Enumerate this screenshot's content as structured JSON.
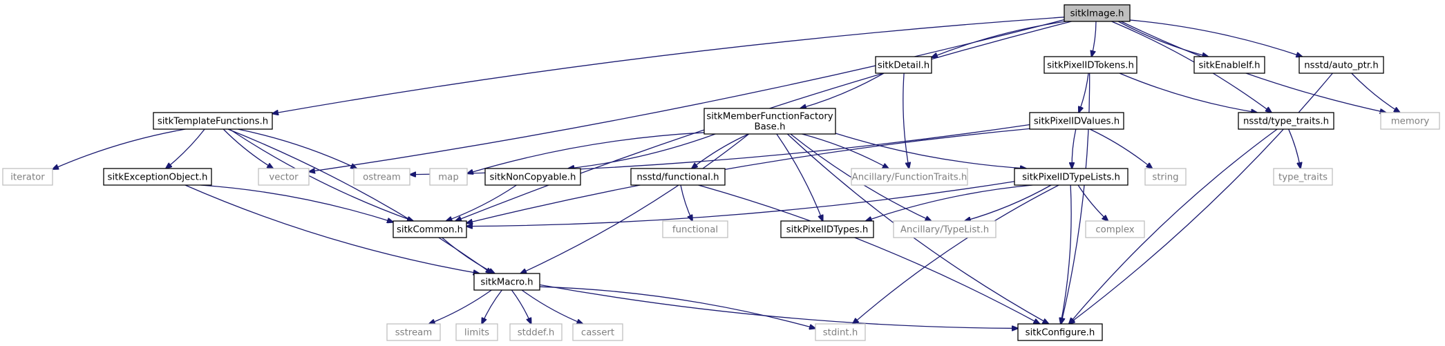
{
  "colors": {
    "edge": "#191970",
    "box_border_documented": "#000000",
    "box_border_external": "#bfbfbf",
    "text_documented": "#000000",
    "text_external": "#7f7f7f",
    "root_fill": "#bfbfbf"
  },
  "nodes": [
    {
      "id": "sitkImage",
      "label": "sitkImage.h",
      "kind": "root"
    },
    {
      "id": "sitkDetail",
      "label": "sitkDetail.h",
      "kind": "documented"
    },
    {
      "id": "sitkPixelIDTokens",
      "label": "sitkPixelIDTokens.h",
      "kind": "documented"
    },
    {
      "id": "sitkEnableIf",
      "label": "sitkEnableIf.h",
      "kind": "documented"
    },
    {
      "id": "nsstd_auto_ptr",
      "label": "nsstd/auto_ptr.h",
      "kind": "documented"
    },
    {
      "id": "sitkTemplateFunctions",
      "label": "sitkTemplateFunctions.h",
      "kind": "documented"
    },
    {
      "id": "sitkMemberFunctionFactoryBase",
      "label": "sitkMemberFunctionFactory",
      "label2": "Base.h",
      "kind": "documented"
    },
    {
      "id": "sitkPixelIDValues",
      "label": "sitkPixelIDValues.h",
      "kind": "documented"
    },
    {
      "id": "nsstd_type_traits",
      "label": "nsstd/type_traits.h",
      "kind": "documented"
    },
    {
      "id": "memory",
      "label": "memory",
      "kind": "external"
    },
    {
      "id": "iterator",
      "label": "iterator",
      "kind": "external"
    },
    {
      "id": "sitkExceptionObject",
      "label": "sitkExceptionObject.h",
      "kind": "documented"
    },
    {
      "id": "vector",
      "label": "vector",
      "kind": "external"
    },
    {
      "id": "ostream",
      "label": "ostream",
      "kind": "external"
    },
    {
      "id": "map",
      "label": "map",
      "kind": "external"
    },
    {
      "id": "sitkNonCopyable",
      "label": "sitkNonCopyable.h",
      "kind": "documented"
    },
    {
      "id": "nsstd_functional",
      "label": "nsstd/functional.h",
      "kind": "documented"
    },
    {
      "id": "ancillary_functiontraits",
      "label": "Ancillary/FunctionTraits.h",
      "kind": "external"
    },
    {
      "id": "sitkPixelIDTypeLists",
      "label": "sitkPixelIDTypeLists.h",
      "kind": "documented"
    },
    {
      "id": "string",
      "label": "string",
      "kind": "external"
    },
    {
      "id": "type_traits",
      "label": "type_traits",
      "kind": "external"
    },
    {
      "id": "sitkCommon",
      "label": "sitkCommon.h",
      "kind": "documented"
    },
    {
      "id": "functional",
      "label": "functional",
      "kind": "external"
    },
    {
      "id": "sitkPixelIDTypes",
      "label": "sitkPixelIDTypes.h",
      "kind": "documented"
    },
    {
      "id": "ancillary_typelist",
      "label": "Ancillary/TypeList.h",
      "kind": "external"
    },
    {
      "id": "complex",
      "label": "complex",
      "kind": "external"
    },
    {
      "id": "sitkMacro",
      "label": "sitkMacro.h",
      "kind": "documented"
    },
    {
      "id": "sstream",
      "label": "sstream",
      "kind": "external"
    },
    {
      "id": "limits",
      "label": "limits",
      "kind": "external"
    },
    {
      "id": "stddef",
      "label": "stddef.h",
      "kind": "external"
    },
    {
      "id": "cassert",
      "label": "cassert",
      "kind": "external"
    },
    {
      "id": "stdint",
      "label": "stdint.h",
      "kind": "external"
    },
    {
      "id": "sitkConfigure",
      "label": "sitkConfigure.h",
      "kind": "documented"
    }
  ],
  "edges": [
    [
      "sitkImage",
      "sitkDetail"
    ],
    [
      "sitkImage",
      "sitkPixelIDTokens"
    ],
    [
      "sitkImage",
      "sitkEnableIf"
    ],
    [
      "sitkImage",
      "nsstd_auto_ptr"
    ],
    [
      "sitkImage",
      "sitkTemplateFunctions"
    ],
    [
      "sitkImage",
      "vector"
    ],
    [
      "sitkImage",
      "sitkCommon"
    ],
    [
      "sitkImage",
      "nsstd_type_traits"
    ],
    [
      "sitkImage",
      "memory"
    ],
    [
      "sitkDetail",
      "sitkMemberFunctionFactoryBase"
    ],
    [
      "sitkDetail",
      "ancillary_functiontraits"
    ],
    [
      "sitkPixelIDTokens",
      "sitkPixelIDValues"
    ],
    [
      "sitkPixelIDTokens",
      "nsstd_type_traits"
    ],
    [
      "sitkPixelIDTokens",
      "sitkConfigure"
    ],
    [
      "nsstd_auto_ptr",
      "memory"
    ],
    [
      "nsstd_auto_ptr",
      "sitkConfigure"
    ],
    [
      "sitkTemplateFunctions",
      "iterator"
    ],
    [
      "sitkTemplateFunctions",
      "sitkExceptionObject"
    ],
    [
      "sitkTemplateFunctions",
      "vector"
    ],
    [
      "sitkTemplateFunctions",
      "ostream"
    ],
    [
      "sitkTemplateFunctions",
      "sitkCommon"
    ],
    [
      "sitkTemplateFunctions",
      "sitkMacro"
    ],
    [
      "sitkMemberFunctionFactoryBase",
      "map"
    ],
    [
      "sitkMemberFunctionFactoryBase",
      "sitkNonCopyable"
    ],
    [
      "sitkMemberFunctionFactoryBase",
      "nsstd_functional"
    ],
    [
      "sitkMemberFunctionFactoryBase",
      "ancillary_functiontraits"
    ],
    [
      "sitkMemberFunctionFactoryBase",
      "sitkPixelIDTypeLists"
    ],
    [
      "sitkMemberFunctionFactoryBase",
      "sitkPixelIDTypes"
    ],
    [
      "sitkMemberFunctionFactoryBase",
      "ancillary_typelist"
    ],
    [
      "sitkMemberFunctionFactoryBase",
      "sitkMacro"
    ],
    [
      "sitkMemberFunctionFactoryBase",
      "sitkConfigure"
    ],
    [
      "sitkPixelIDValues",
      "ostream"
    ],
    [
      "sitkPixelIDValues",
      "sitkPixelIDTypeLists"
    ],
    [
      "sitkPixelIDValues",
      "string"
    ],
    [
      "sitkPixelIDValues",
      "sitkCommon"
    ],
    [
      "nsstd_type_traits",
      "type_traits"
    ],
    [
      "nsstd_type_traits",
      "sitkConfigure"
    ],
    [
      "sitkExceptionObject",
      "sitkCommon"
    ],
    [
      "sitkExceptionObject",
      "sitkMacro"
    ],
    [
      "sitkNonCopyable",
      "sitkCommon"
    ],
    [
      "nsstd_functional",
      "functional"
    ],
    [
      "nsstd_functional",
      "sitkConfigure"
    ],
    [
      "sitkPixelIDTypeLists",
      "sitkPixelIDTypes"
    ],
    [
      "sitkPixelIDTypeLists",
      "ancillary_typelist"
    ],
    [
      "sitkPixelIDTypeLists",
      "complex"
    ],
    [
      "sitkPixelIDTypeLists",
      "sitkCommon"
    ],
    [
      "sitkPixelIDTypeLists",
      "stdint"
    ],
    [
      "sitkPixelIDTypeLists",
      "sitkConfigure"
    ],
    [
      "sitkCommon",
      "sitkMacro"
    ],
    [
      "sitkMacro",
      "sstream"
    ],
    [
      "sitkMacro",
      "limits"
    ],
    [
      "sitkMacro",
      "stddef"
    ],
    [
      "sitkMacro",
      "cassert"
    ],
    [
      "sitkMacro",
      "stdint"
    ],
    [
      "sitkMacro",
      "sitkConfigure"
    ]
  ]
}
